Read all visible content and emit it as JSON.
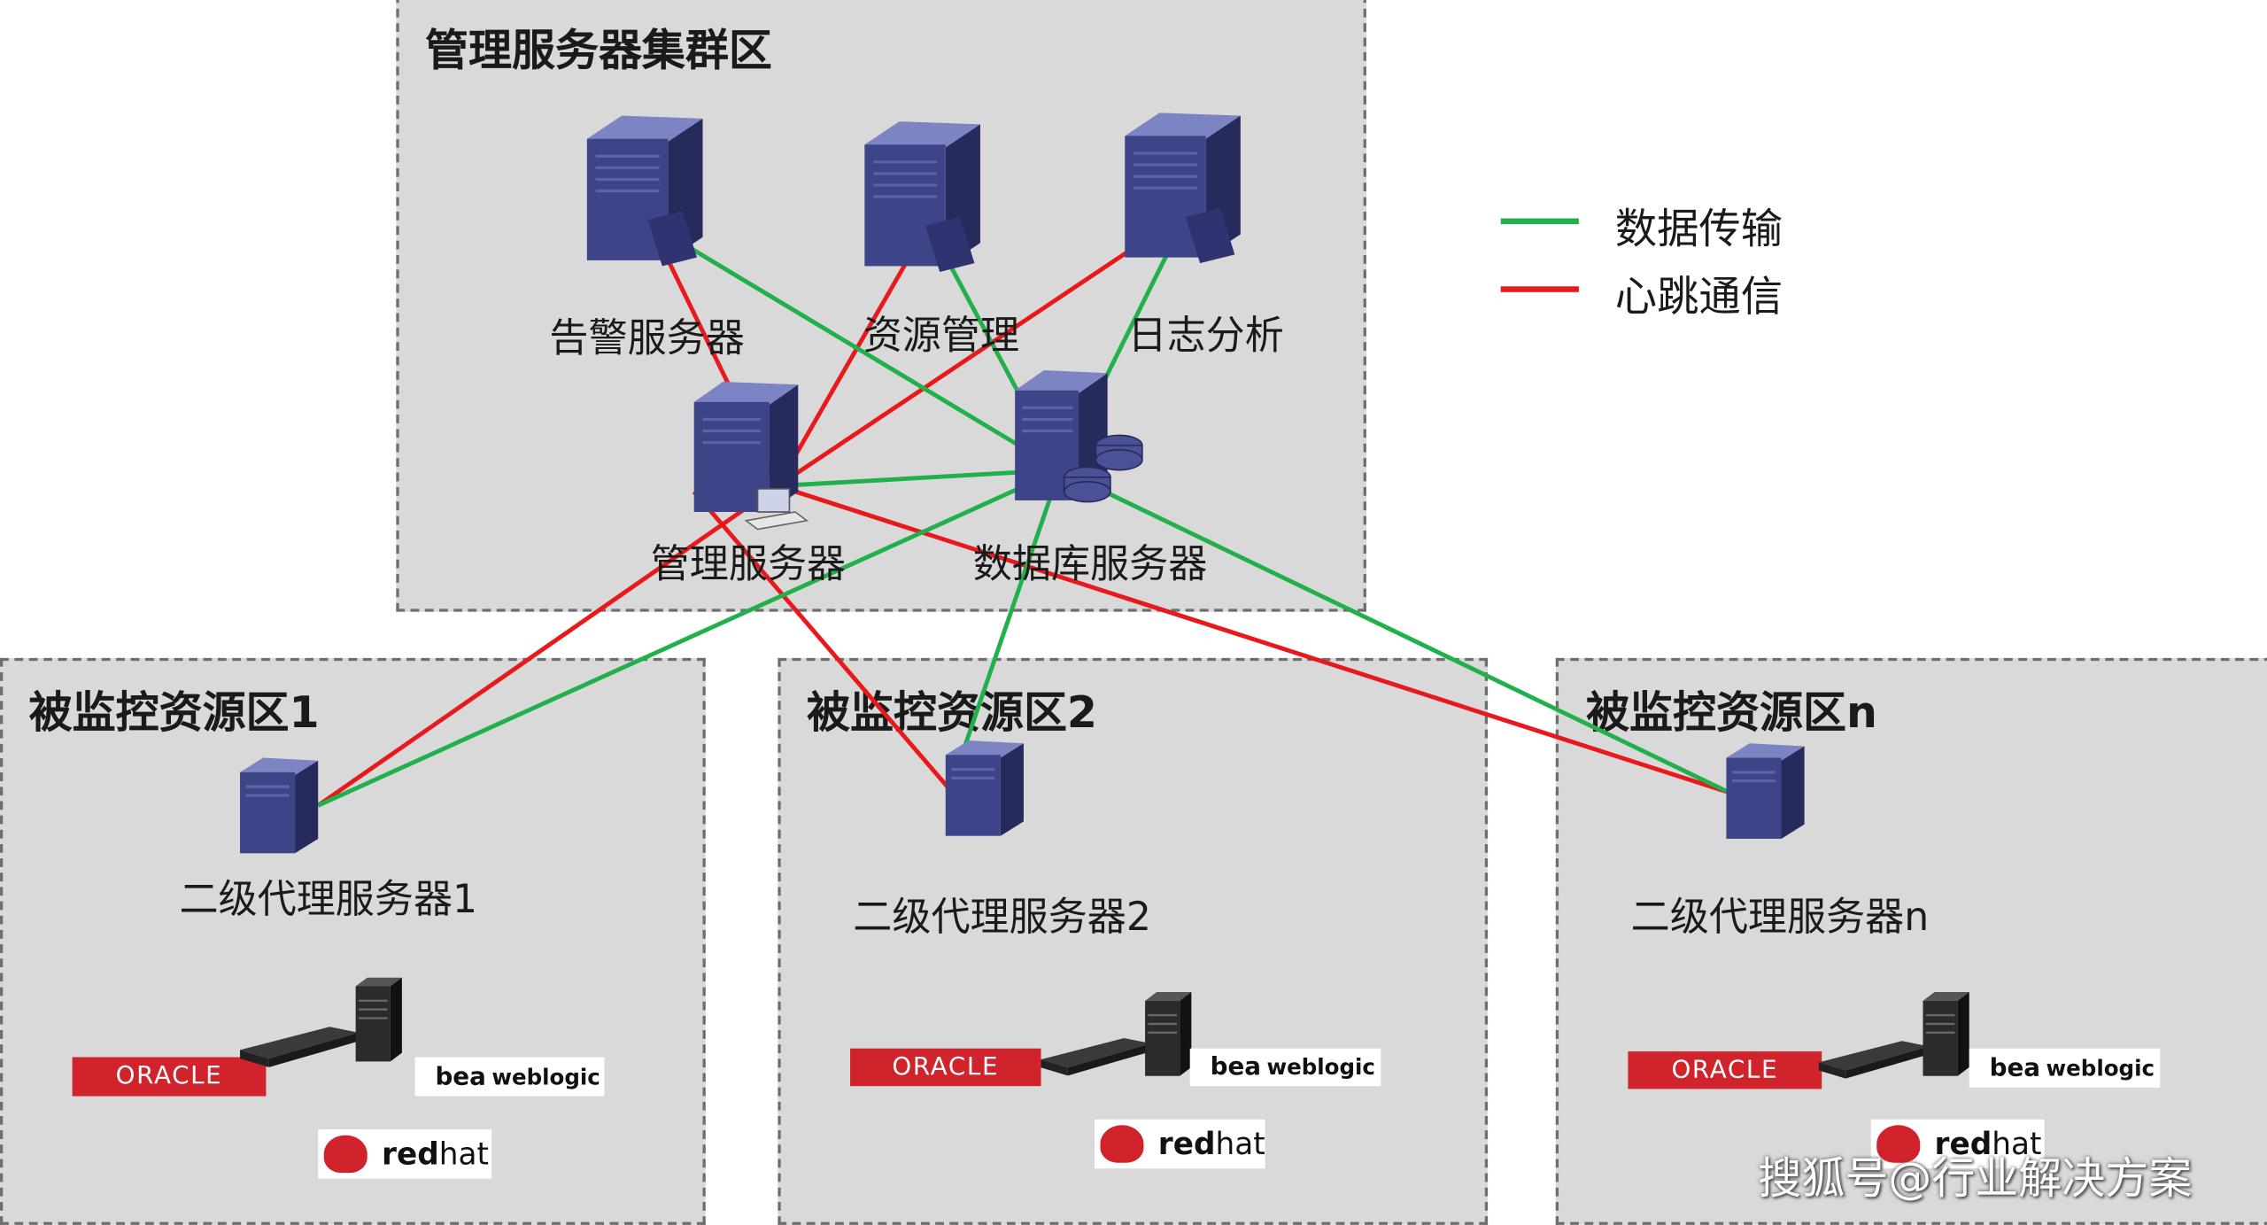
{
  "zones": {
    "mgmt": "管理服务器集群区",
    "mon1": "被监控资源区1",
    "mon2": "被监控资源区2",
    "monn": "被监控资源区n"
  },
  "servers": {
    "alarm": "告警服务器",
    "resource": "资源管理",
    "log": "日志分析",
    "manager": "管理服务器",
    "database": "数据库服务器",
    "proxy1": "二级代理服务器1",
    "proxy2": "二级代理服务器2",
    "proxyn": "二级代理服务器n"
  },
  "legend": {
    "data": "数据传输",
    "heartbeat": "心跳通信"
  },
  "logos": {
    "oracle": "ORACLE",
    "bea": "bea",
    "weblogic": "weblogic",
    "redhat_red": "red",
    "redhat_hat": "hat"
  },
  "colors": {
    "data_line": "#22b04c",
    "heartbeat_line": "#e8191d",
    "oracle": "#d0232b",
    "server": "#3d4488"
  },
  "watermark": "搜狐号@行业解决方案"
}
